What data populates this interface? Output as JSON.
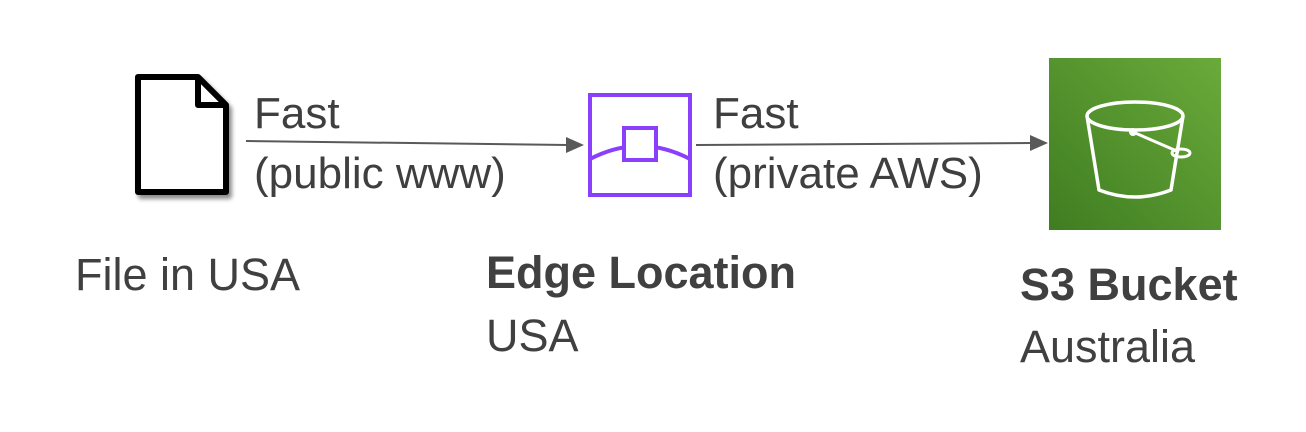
{
  "diagram": {
    "colors": {
      "text": "#404040",
      "arrow": "#595959",
      "edge_icon": "#8a3ffc",
      "bucket_bg_dark": "#3f7d21",
      "bucket_bg_light": "#6aaa3a"
    },
    "nodes": {
      "file": {
        "icon": "document-icon",
        "caption": "File in USA"
      },
      "edge": {
        "icon": "edge-location-icon",
        "title": "Edge Location",
        "subtitle": "USA"
      },
      "bucket": {
        "icon": "s3-bucket-icon",
        "title": "S3 Bucket",
        "subtitle": "Australia"
      }
    },
    "edges": [
      {
        "from": "file",
        "to": "edge",
        "label_line1": "Fast",
        "label_line2": "(public www)"
      },
      {
        "from": "edge",
        "to": "bucket",
        "label_line1": "Fast",
        "label_line2": "(private AWS)"
      }
    ]
  }
}
